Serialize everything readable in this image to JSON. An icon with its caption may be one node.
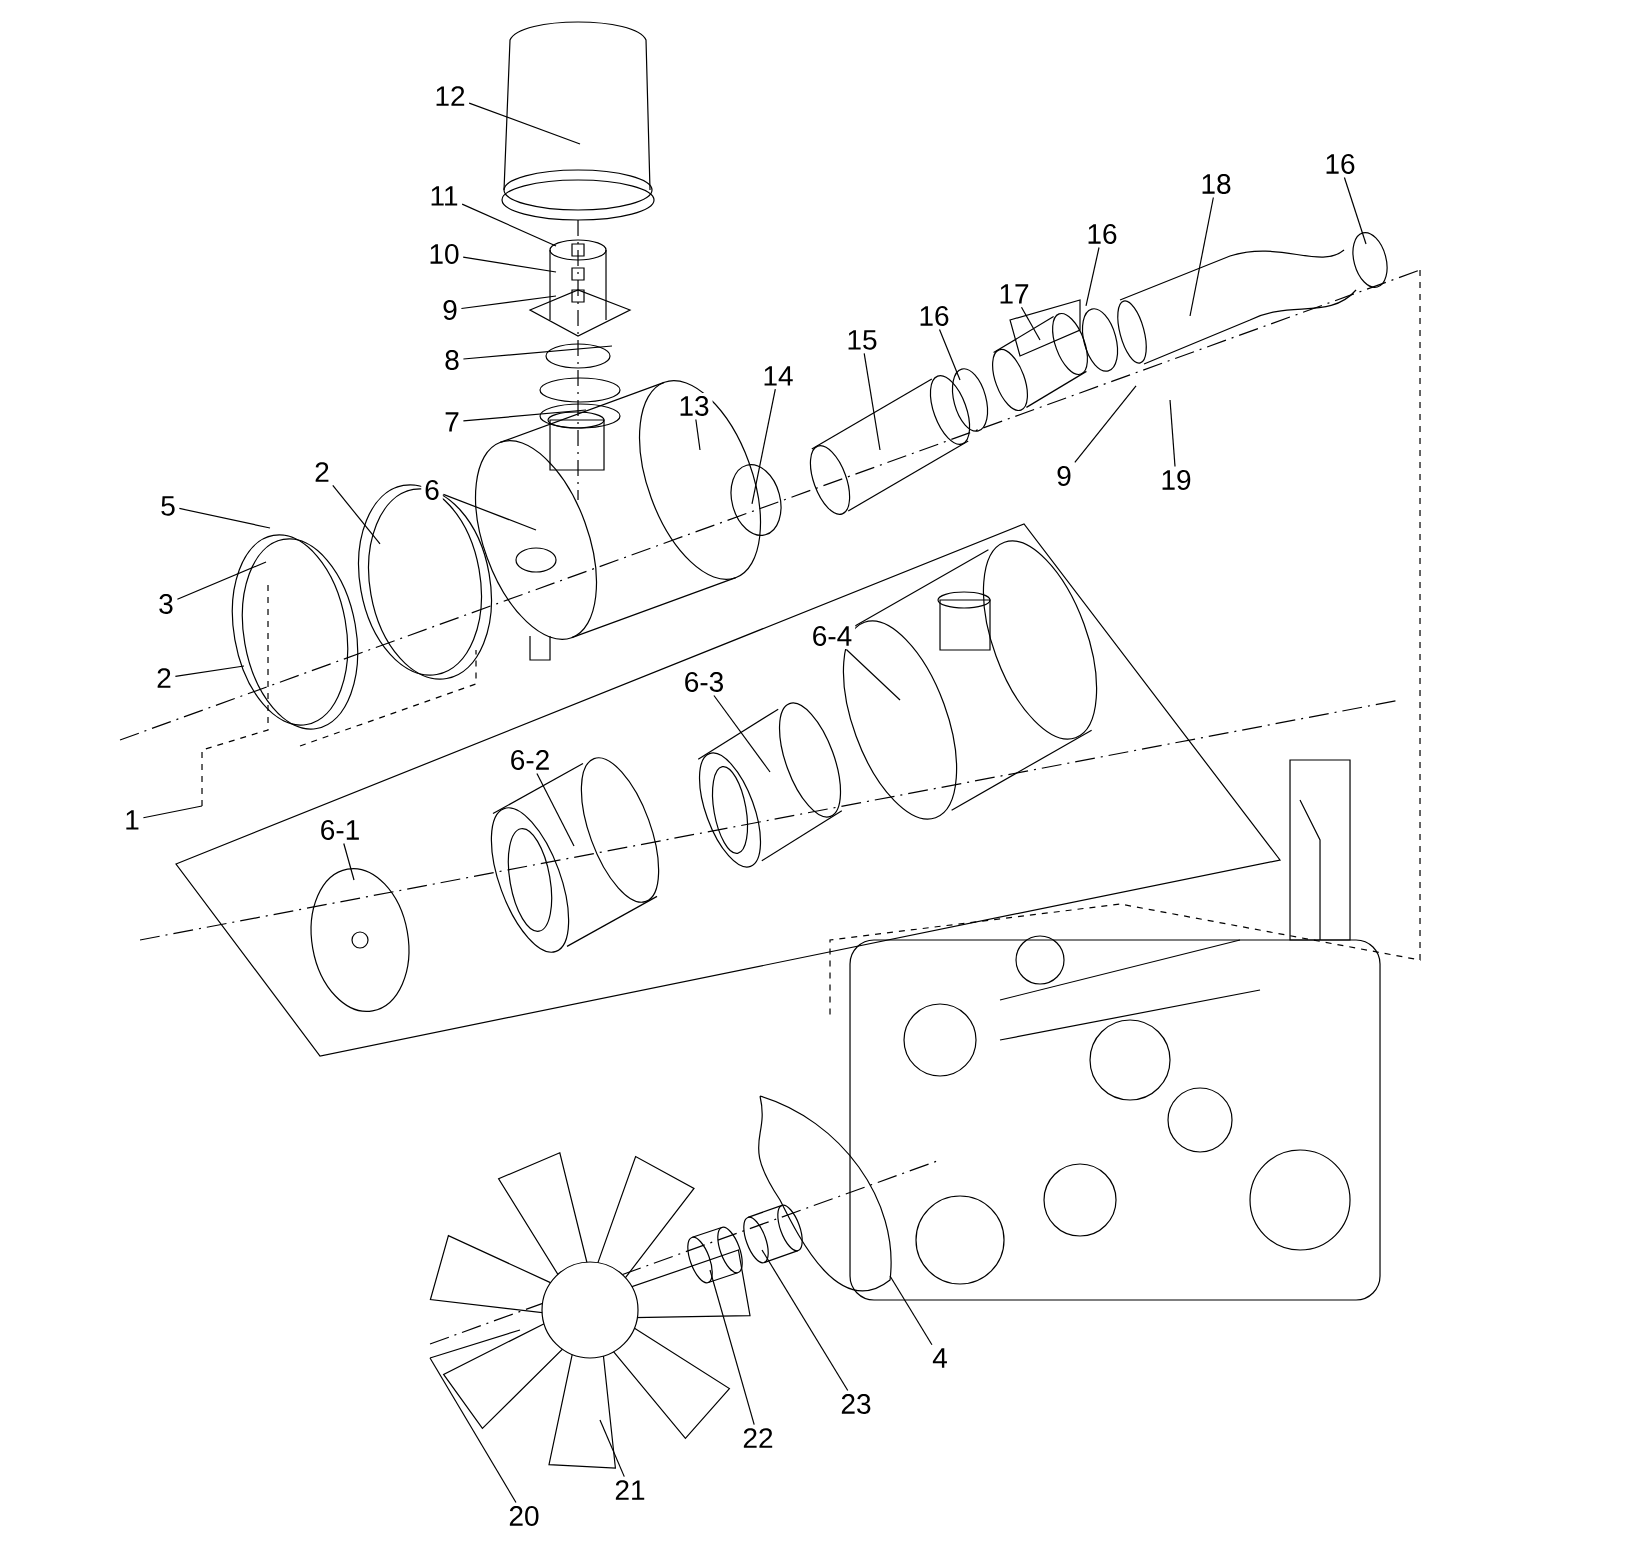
{
  "diagram": {
    "nodes": [
      {
        "text": [
          "12"
        ]
      },
      {
        "text": [
          "11"
        ]
      },
      {
        "text": [
          "10"
        ]
      },
      {
        "text": [
          "9"
        ]
      },
      {
        "text": [
          "8"
        ]
      },
      {
        "text": [
          "7"
        ]
      },
      {
        "text": [
          "13"
        ]
      },
      {
        "text": [
          "14"
        ]
      },
      {
        "text": [
          "15"
        ]
      },
      {
        "text": [
          "16"
        ]
      },
      {
        "text": [
          "17"
        ]
      },
      {
        "text": [
          "16"
        ]
      },
      {
        "text": [
          "18"
        ]
      },
      {
        "text": [
          "16"
        ]
      },
      {
        "text": [
          "9"
        ]
      },
      {
        "text": [
          "19"
        ]
      },
      {
        "text": [
          "5"
        ]
      },
      {
        "text": [
          "2"
        ]
      },
      {
        "text": [
          "6"
        ]
      },
      {
        "text": [
          "3"
        ]
      },
      {
        "text": [
          "2"
        ]
      },
      {
        "text": [
          "1"
        ]
      },
      {
        "text": [
          "6-1"
        ]
      },
      {
        "text": [
          "6-2"
        ]
      },
      {
        "text": [
          "6-3"
        ]
      },
      {
        "text": [
          "6-4"
        ]
      },
      {
        "text": [
          "22"
        ]
      },
      {
        "text": [
          "23"
        ]
      },
      {
        "text": [
          "4"
        ]
      },
      {
        "text": [
          "20"
        ]
      },
      {
        "text": [
          "21"
        ]
      }
    ],
    "edges": [
      {
        "from": 0,
        "to": null,
        "arrow": "none"
      },
      {
        "from": 1,
        "to": null,
        "arrow": "none"
      },
      {
        "from": 2,
        "to": null,
        "arrow": "none"
      },
      {
        "from": 3,
        "to": null,
        "arrow": "none"
      },
      {
        "from": 4,
        "to": null,
        "arrow": "none"
      },
      {
        "from": 5,
        "to": null,
        "arrow": "none"
      },
      {
        "from": 6,
        "to": null,
        "arrow": "none"
      },
      {
        "from": 7,
        "to": null,
        "arrow": "none"
      },
      {
        "from": 8,
        "to": null,
        "arrow": "none"
      },
      {
        "from": 9,
        "to": null,
        "arrow": "none"
      },
      {
        "from": 10,
        "to": null,
        "arrow": "none"
      },
      {
        "from": 11,
        "to": null,
        "arrow": "none"
      },
      {
        "from": 12,
        "to": null,
        "arrow": "none"
      },
      {
        "from": 13,
        "to": null,
        "arrow": "none"
      },
      {
        "from": 14,
        "to": null,
        "arrow": "none"
      },
      {
        "from": 15,
        "to": null,
        "arrow": "none"
      },
      {
        "from": 16,
        "to": null,
        "arrow": "none"
      },
      {
        "from": 17,
        "to": null,
        "arrow": "none"
      },
      {
        "from": 18,
        "to": null,
        "arrow": "none"
      },
      {
        "from": 19,
        "to": null,
        "arrow": "none"
      },
      {
        "from": 20,
        "to": null,
        "arrow": "none"
      },
      {
        "from": 21,
        "to": null,
        "arrow": "none"
      },
      {
        "from": 22,
        "to": null,
        "arrow": "none"
      },
      {
        "from": 23,
        "to": null,
        "arrow": "none"
      },
      {
        "from": 24,
        "to": null,
        "arrow": "none"
      },
      {
        "from": 25,
        "to": null,
        "arrow": "none"
      },
      {
        "from": 26,
        "to": null,
        "arrow": "none"
      },
      {
        "from": 27,
        "to": null,
        "arrow": "none"
      },
      {
        "from": 28,
        "to": null,
        "arrow": "none"
      },
      {
        "from": 29,
        "to": null,
        "arrow": "none"
      },
      {
        "from": 30,
        "to": null,
        "arrow": "none"
      }
    ]
  }
}
